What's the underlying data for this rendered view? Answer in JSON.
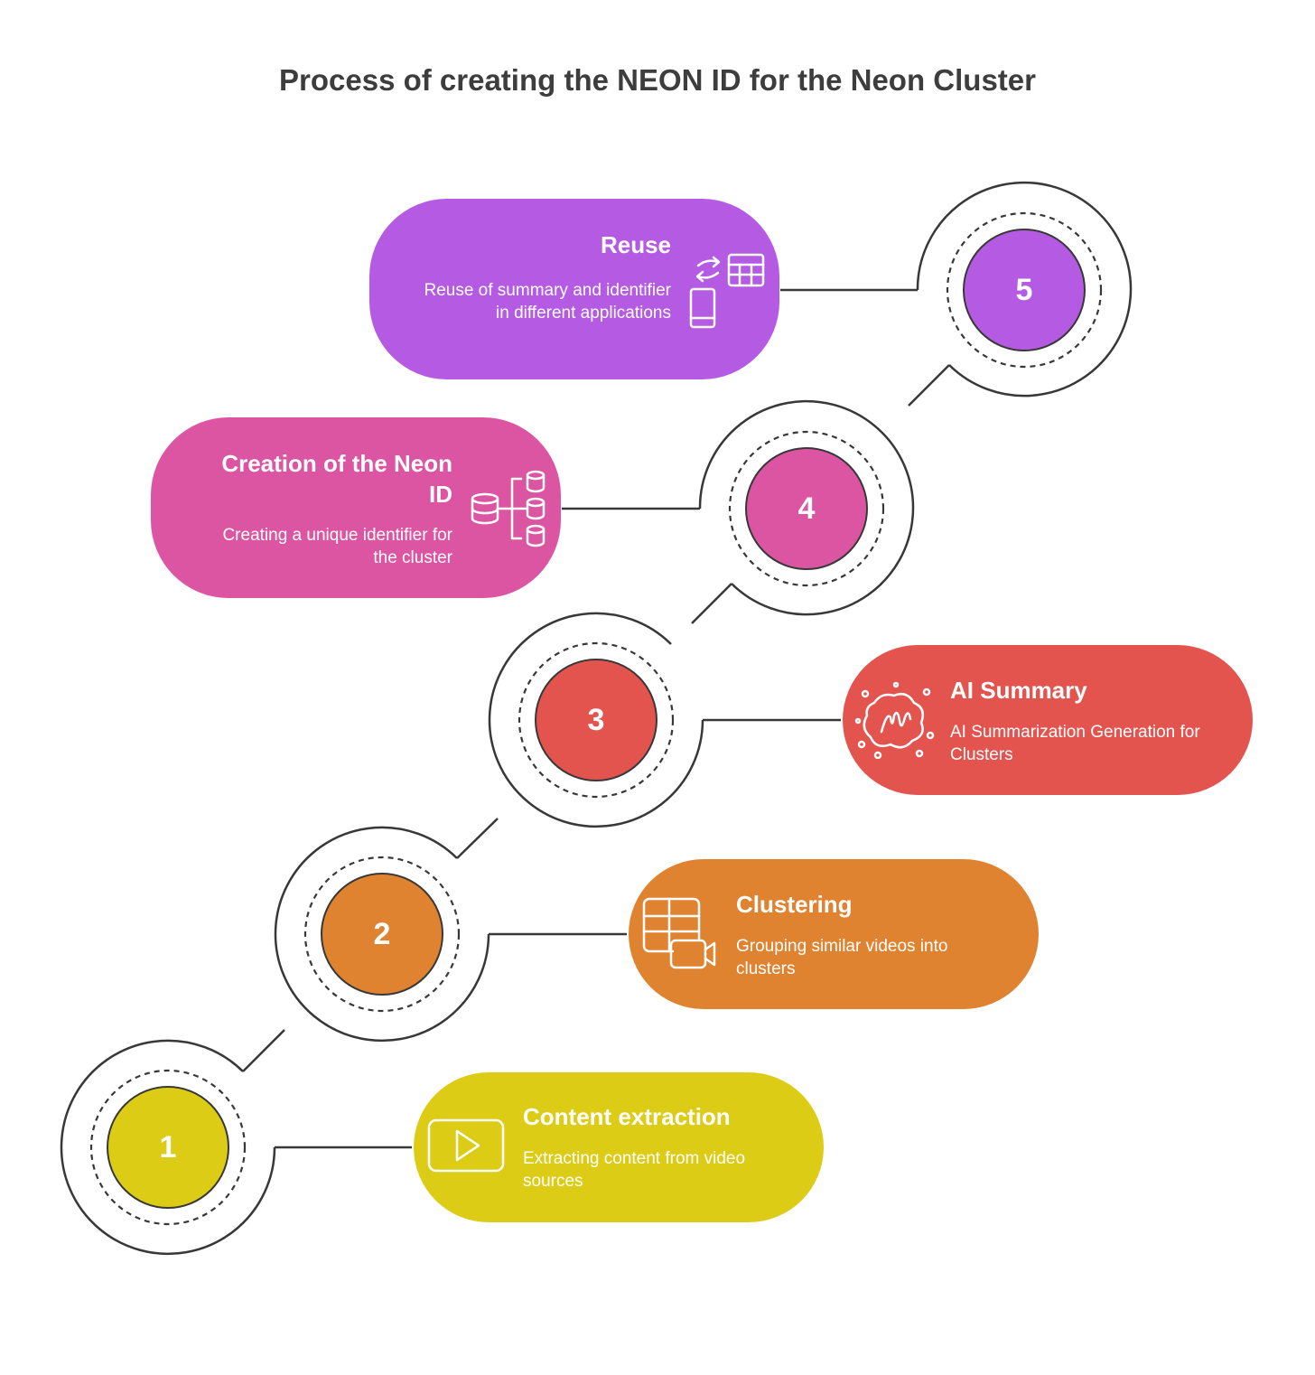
{
  "title": "Process of creating the NEON ID for the Neon Cluster",
  "colors": {
    "step1": "#dccc16",
    "step2": "#df8330",
    "step3": "#e4544f",
    "step4": "#dc55a3",
    "step5": "#b55be3",
    "outline": "#383838"
  },
  "steps": [
    {
      "number": "1",
      "title": "Content extraction",
      "description": "Extracting content from video sources",
      "icon": "video-play-icon"
    },
    {
      "number": "2",
      "title": "Clustering",
      "description": "Grouping similar videos into clusters",
      "icon": "video-grid-icon"
    },
    {
      "number": "3",
      "title": "AI Summary",
      "description": "AI Summarization Generation for Clusters",
      "icon": "ai-brain-icon"
    },
    {
      "number": "4",
      "title": "Creation of the Neon ID",
      "description": "Creating a unique identifier for the cluster",
      "icon": "database-tree-icon"
    },
    {
      "number": "5",
      "title": "Reuse",
      "description": "Reuse of summary and identifier in different applications",
      "icon": "device-table-sync-icon"
    }
  ]
}
